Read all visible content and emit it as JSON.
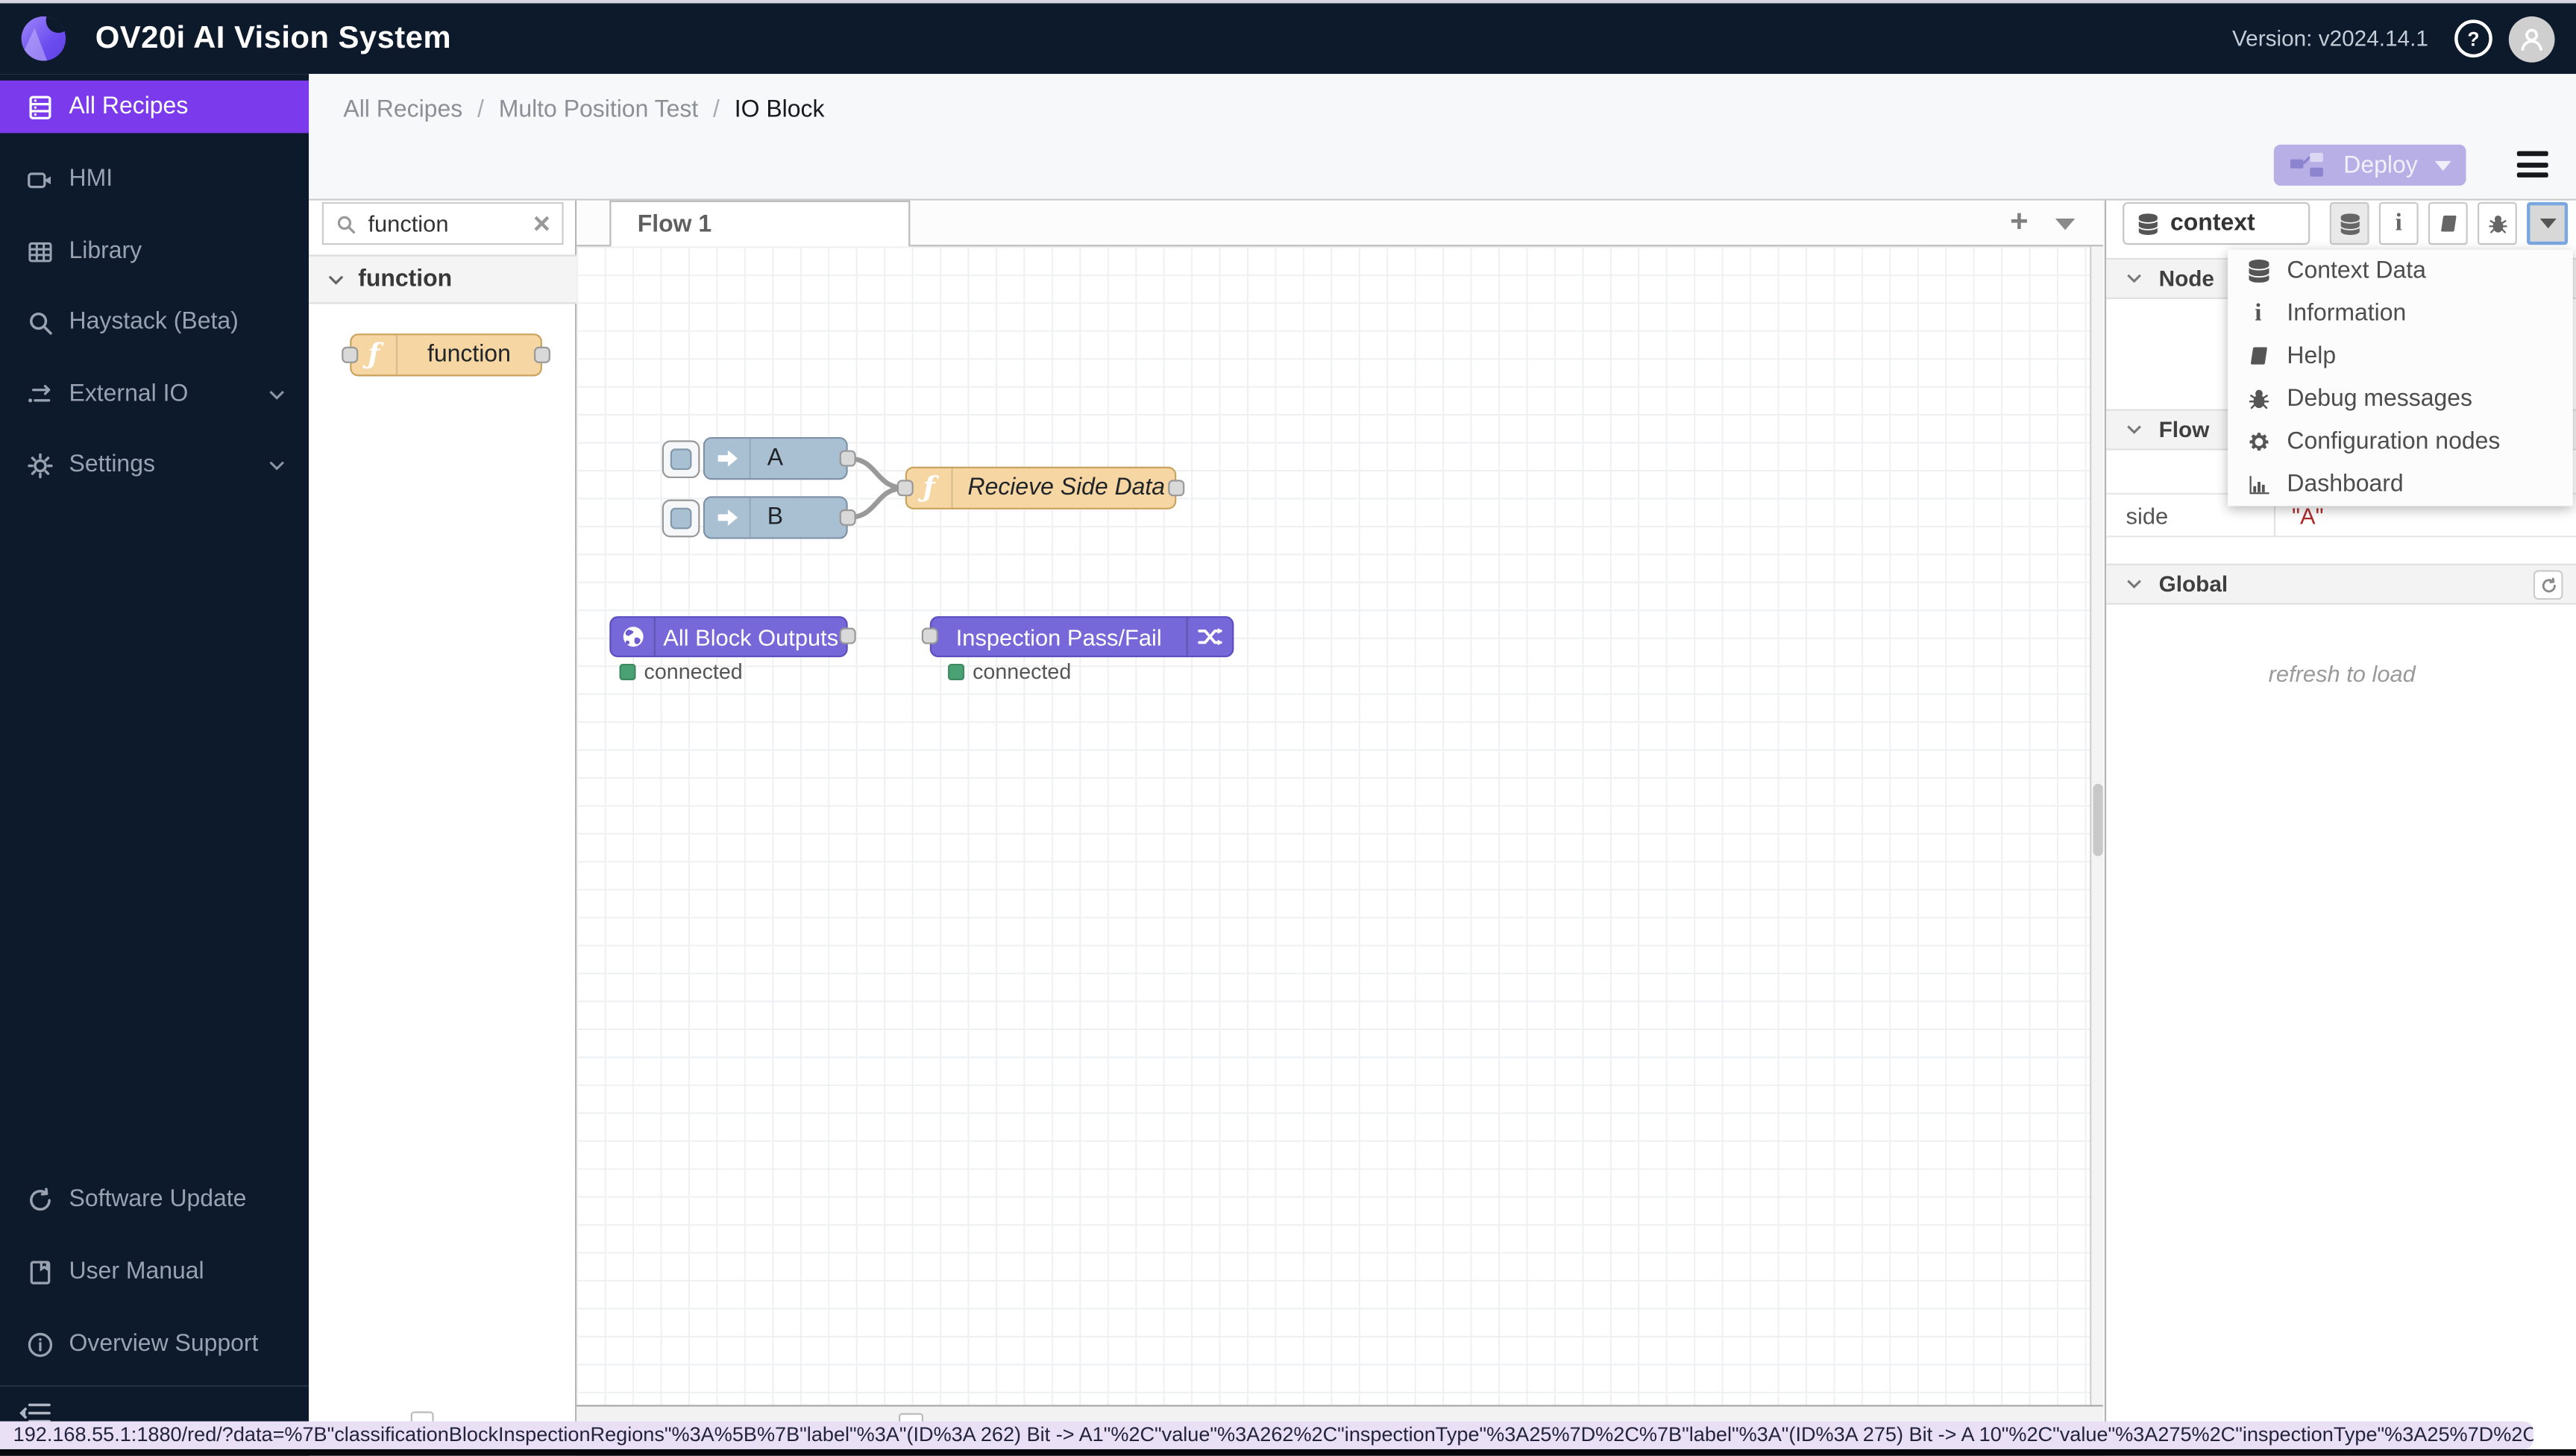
{
  "header": {
    "app_title": "OV20i AI Vision System",
    "version_label": "Version: v2024.14.1"
  },
  "sidebar": {
    "items": [
      {
        "label": "All Recipes"
      },
      {
        "label": "HMI"
      },
      {
        "label": "Library"
      },
      {
        "label": "Haystack (Beta)"
      },
      {
        "label": "External IO"
      },
      {
        "label": "Settings"
      }
    ],
    "footer_items": [
      {
        "label": "Software Update"
      },
      {
        "label": "User Manual"
      },
      {
        "label": "Overview Support"
      }
    ]
  },
  "breadcrumb": {
    "level1": "All Recipes",
    "level2": "Multo Position Test",
    "level3": "IO Block",
    "separator": "/"
  },
  "toolbar": {
    "deploy_label": "Deploy"
  },
  "palette": {
    "search_value": "function",
    "category_label": "function",
    "node_label": "function"
  },
  "workspace": {
    "tab_label": "Flow 1"
  },
  "canvas": {
    "node_a_label": "A",
    "node_b_label": "B",
    "function_node_label": "Recieve Side Data",
    "outputs_node_label": "All Block Outputs",
    "inspection_node_label": "Inspection Pass/Fail",
    "outputs_status": "connected",
    "inspection_status": "connected"
  },
  "right_panel": {
    "tab_label": "context",
    "menu": [
      {
        "label": "Context Data"
      },
      {
        "label": "Information"
      },
      {
        "label": "Help"
      },
      {
        "label": "Debug messages"
      },
      {
        "label": "Configuration nodes"
      },
      {
        "label": "Dashboard"
      }
    ],
    "node_section_label": "Node",
    "flow_section_label": "Flow",
    "global_section_label": "Global",
    "flow_context_key": "side",
    "flow_context_value": "\"A\"",
    "global_placeholder": "refresh to load"
  },
  "status_bar": {
    "url": "192.168.55.1:1880/red/?data=%7B\"classificationBlockInspectionRegions\"%3A%5B%7B\"label\"%3A\"(ID%3A 262) Bit -> A1\"%2C\"value\"%3A262%2C\"inspectionType\"%3A25%7D%2C%7B\"label\"%3A\"(ID%3A 275) Bit -> A 10\"%2C\"value\"%3A275%2C\"inspectionType\"%3A25%7D%2C%7B\"label\"%..."
  },
  "colors": {
    "accent_purple": "#7c3aed",
    "header_navy": "#0d1a2b",
    "node_function_orange": "#f6d7a3",
    "node_inject_blue": "#a9bfd2",
    "node_purple": "#7668d8",
    "status_green": "#4aa173",
    "context_value_red": "#ad2b2b",
    "status_bar_lavender": "#e9e0f6"
  }
}
